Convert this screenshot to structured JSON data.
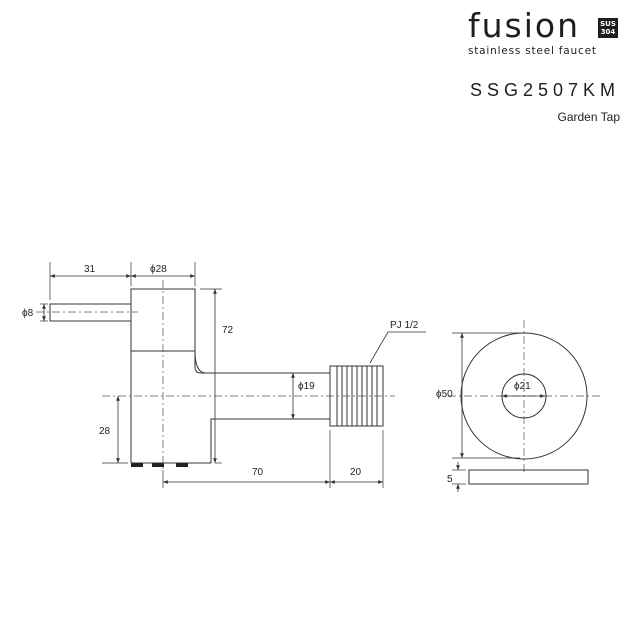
{
  "brand": {
    "name": "fusion",
    "badge_line1": "SUS",
    "badge_line2": "304",
    "tagline": "stainless steel faucet"
  },
  "product": {
    "model": "SSG2507KM",
    "type": "Garden Tap"
  },
  "dimensions": {
    "handle_length": "31",
    "body_diameter": "ϕ28",
    "handle_diameter": "ϕ8",
    "body_height": "72",
    "thread": "PJ 1/2",
    "spout_diameter": "ϕ19",
    "base_height": "28",
    "spout_length": "70",
    "thread_length": "20",
    "flange_outer": "ϕ50",
    "flange_inner": "ϕ21",
    "flange_thickness": "5"
  },
  "colors": {
    "line": "#333333",
    "text": "#222222"
  }
}
